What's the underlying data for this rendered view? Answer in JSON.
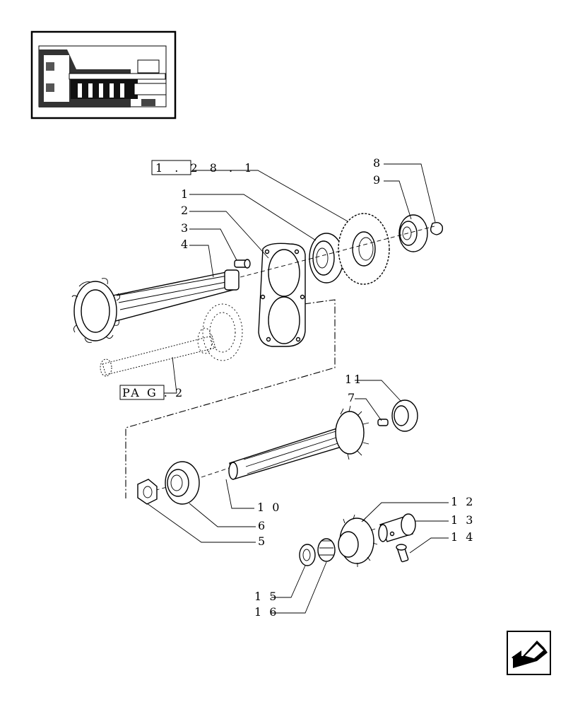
{
  "references": {
    "ref_top": "1 . 2 8 . 1",
    "ref_bottom": "PA G . 2"
  },
  "callouts": [
    {
      "id": "1",
      "label": "1"
    },
    {
      "id": "2",
      "label": "2"
    },
    {
      "id": "3",
      "label": "3"
    },
    {
      "id": "4",
      "label": "4"
    },
    {
      "id": "5",
      "label": "5"
    },
    {
      "id": "6",
      "label": "6"
    },
    {
      "id": "7",
      "label": "7"
    },
    {
      "id": "8",
      "label": "8"
    },
    {
      "id": "9",
      "label": "9"
    },
    {
      "id": "10",
      "label": "1 0"
    },
    {
      "id": "11",
      "label": "11"
    },
    {
      "id": "12",
      "label": "1 2"
    },
    {
      "id": "13",
      "label": "1 3"
    },
    {
      "id": "14",
      "label": "1 4"
    },
    {
      "id": "15",
      "label": "1 5"
    },
    {
      "id": "16",
      "label": "1 6"
    }
  ],
  "icons": {
    "thumbnail": "transmission-section-thumbnail",
    "nav": "page-back-arrow-icon"
  }
}
